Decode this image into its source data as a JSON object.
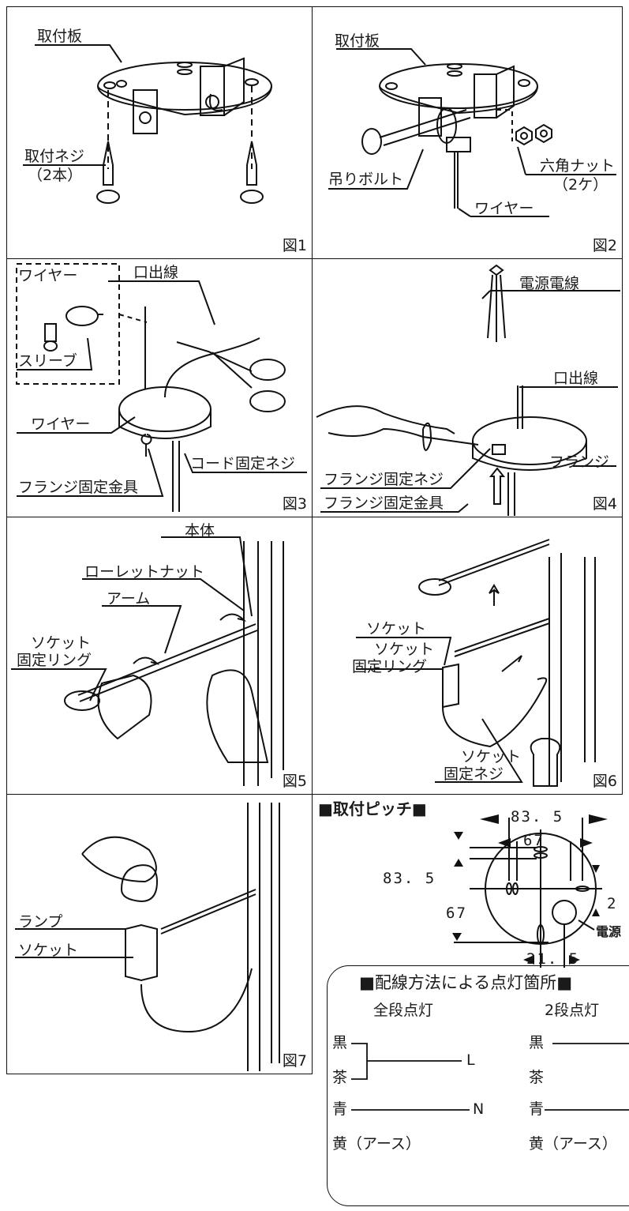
{
  "fig1": {
    "plate": "取付板",
    "screw": "取付ネジ",
    "screw_qty": "（2本）",
    "caption": "図1"
  },
  "fig2": {
    "plate": "取付板",
    "bolt": "吊りボルト",
    "nut": "六角ナット",
    "nut_qty": "（2ケ）",
    "wire": "ワイヤー",
    "caption": "図2"
  },
  "fig3": {
    "wire_top": "ワイヤー",
    "sleeve": "スリーブ",
    "lead": "口出線",
    "wire": "ワイヤー",
    "cord_screw": "コード固定ネジ",
    "flange_bracket": "フランジ固定金具",
    "caption": "図3"
  },
  "fig4": {
    "power": "電源電線",
    "lead": "口出線",
    "flange_screw": "フランジ固定ネジ",
    "flange": "フランジ",
    "flange_bracket": "フランジ固定金具",
    "caption": "図4"
  },
  "fig5": {
    "body": "本体",
    "knurl": "ローレットナット",
    "arm": "アーム",
    "socket_ring_1": "ソケット",
    "socket_ring_2": "固定リング",
    "caption": "図5"
  },
  "fig6": {
    "socket": "ソケット",
    "socket_ring_1": "ソケット",
    "socket_ring_2": "固定リング",
    "socket_screw_1": "ソケット",
    "socket_screw_2": "固定ネジ",
    "caption": "図6"
  },
  "fig7": {
    "lamp": "ランプ",
    "socket": "ソケット",
    "caption": "図7"
  },
  "pitch": {
    "title": "■取付ピッチ■",
    "dim_a": "83. 5",
    "dim_b": "67",
    "dim_c": "83. 5",
    "dim_d": "67",
    "dim_e": "21. 5",
    "dim_f": "2",
    "power_label": "電源"
  },
  "wiring": {
    "title": "■配線方法による点灯箇所■",
    "col1": "全段点灯",
    "col2": "2段点灯",
    "black": "黒",
    "brown": "茶",
    "blue": "青",
    "yellow": "黄（アース）",
    "L": "L",
    "N": "N"
  }
}
